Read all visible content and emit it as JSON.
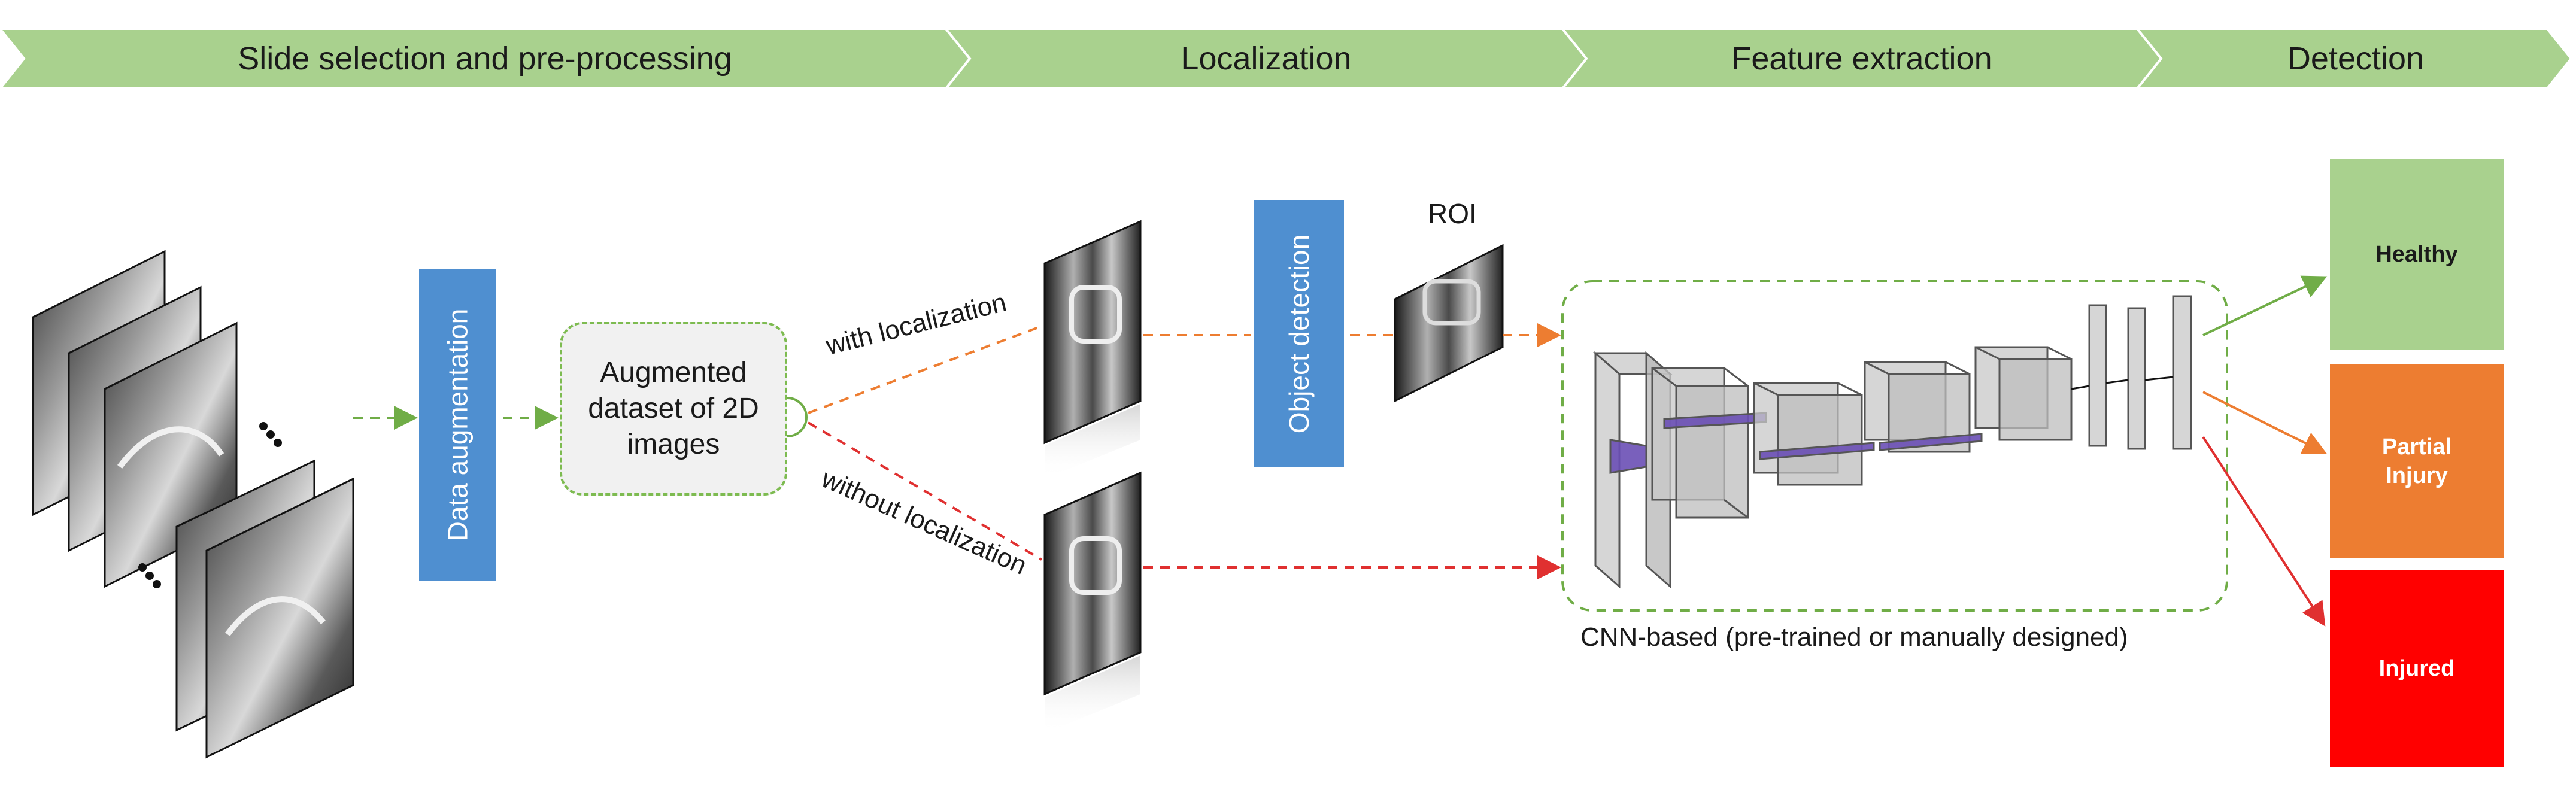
{
  "stages": [
    {
      "label": "Slide selection and pre-processing"
    },
    {
      "label": "Localization"
    },
    {
      "label": "Feature extraction"
    },
    {
      "label": "Detection"
    }
  ],
  "data_augmentation": "Data augmentation",
  "augmented_dataset": "Augmented\ndataset of 2D\nimages",
  "with_localization": "with localization",
  "without_localization": "without localization",
  "object_detection": "Object detection",
  "roi": "ROI",
  "cnn_caption": "CNN-based (pre-trained or manually designed)",
  "outputs": [
    {
      "label": "Healthy",
      "color": "#a9d18e",
      "text_color": "#1a1a1a"
    },
    {
      "label": "Partial\nInjury",
      "color": "#ed7d31",
      "text_color": "#ffffff"
    },
    {
      "label": "Injured",
      "color": "#ff0000",
      "text_color": "#ffffff"
    }
  ],
  "colors": {
    "chevron_fill": "#a9d18e",
    "box_blue": "#4f8fd0",
    "green_arrow": "#70ad47",
    "orange_arrow": "#ed7d31",
    "red_arrow": "#e03030"
  }
}
